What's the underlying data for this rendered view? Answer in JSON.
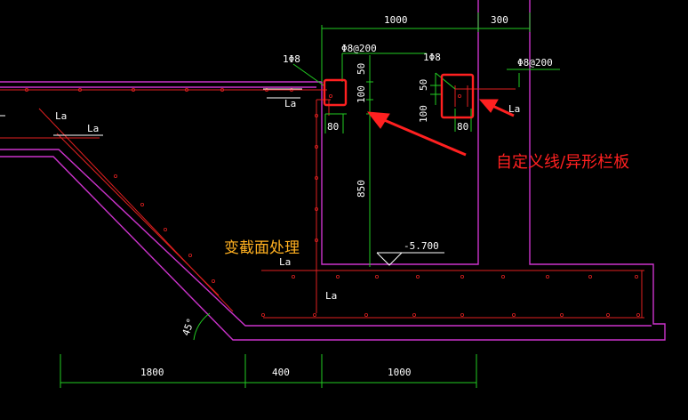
{
  "colors": {
    "background": "#000000",
    "outline": "#cc33cc",
    "rebar": "#e02020",
    "dimension": "#22cc22",
    "label_white": "#ffffff",
    "annotation_red": "#ff2020",
    "annotation_orange": "#ffb020"
  },
  "dimensions": {
    "top_1000": "1000",
    "top_300": "300",
    "rebar_left_a": "1Φ8",
    "rebar_left_b": "Φ8@200",
    "rebar_right_a": "1Φ8",
    "rebar_right_b": "Φ8@200",
    "left_50": "50",
    "left_100": "100",
    "left_80": "80",
    "right_50": "50",
    "right_100": "100",
    "right_80": "80",
    "height_850": "850",
    "elevation": "-5.700",
    "bottom_1800": "1800",
    "bottom_400": "400",
    "bottom_1000": "1000",
    "angle": "45°"
  },
  "labels": {
    "la_1": "La",
    "la_2": "La",
    "la_3": "La",
    "la_4": "La",
    "la_5": "La",
    "la_6": "La"
  },
  "annotations": {
    "custom_line": "自定义线/异形栏板",
    "variable_section": "变截面处理"
  }
}
